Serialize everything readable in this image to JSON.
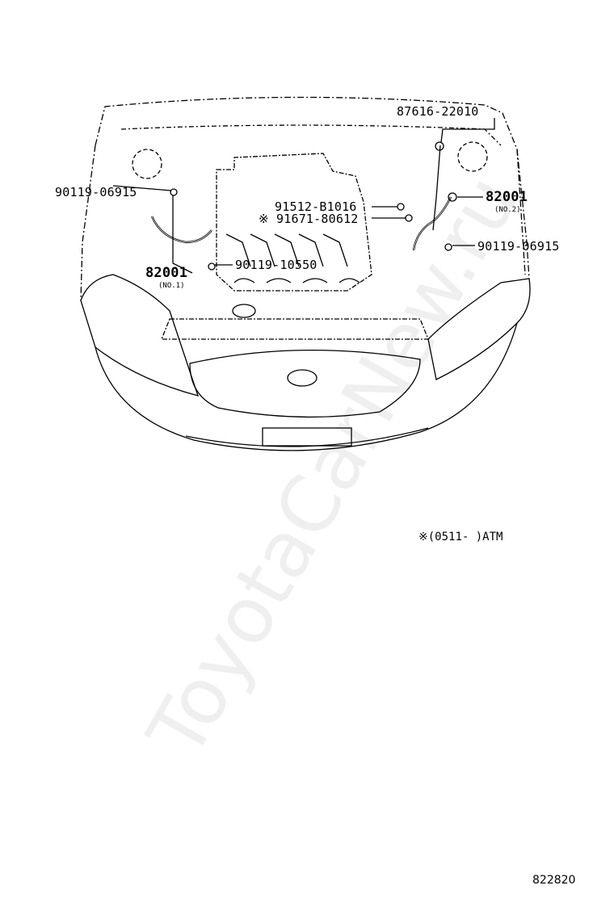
{
  "parts": {
    "p87616": "87616-22010",
    "p90119_left": "90119-06915",
    "p91512": "91512-B1016",
    "p91671": "※ 91671-80612",
    "p82001_right": "82001",
    "p82001_right_sub": "(NO.2)",
    "p90119_right": "90119-06915",
    "p82001_left": "82001",
    "p82001_left_sub": "(NO.1)",
    "p90119_center": "90119-10550"
  },
  "note": "※(0511-     )ATM",
  "figure_id": "822820",
  "watermark": "ToyotaCarNew.ru",
  "colors": {
    "line": "#000000",
    "background": "#ffffff"
  }
}
